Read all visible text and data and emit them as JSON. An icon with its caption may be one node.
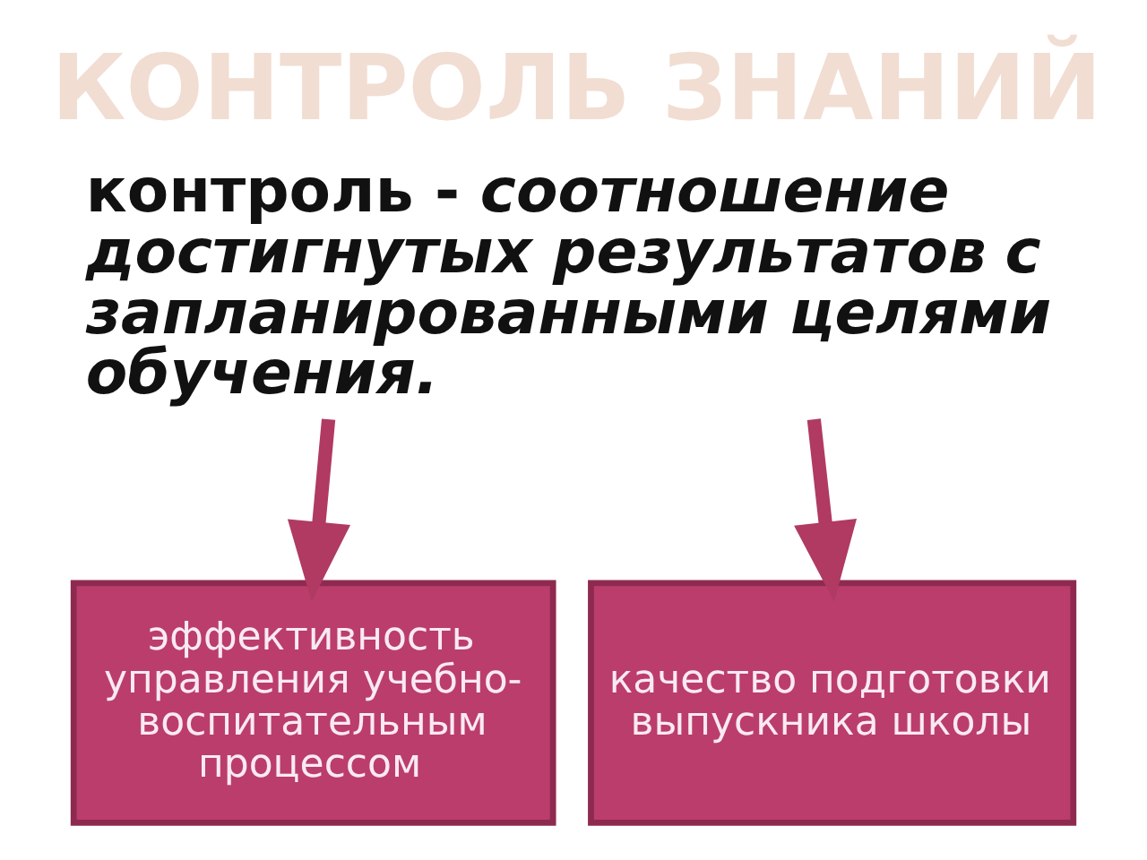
{
  "diagram": {
    "title": "КОНТРОЛЬ ЗНАНИЙ",
    "nodes": [
      {
        "text": [
          "контроль - *соотношение достигнутых результатов с запланированными целями обучения.*"
        ]
      },
      {
        "text": [
          "эффективность управления учебно-воспитательным процессом"
        ]
      },
      {
        "text": [
          "качество подготовки выпускника школы"
        ]
      }
    ],
    "edges": [
      {
        "from": 0,
        "to": 1,
        "arrow": "to"
      },
      {
        "from": 0,
        "to": 2,
        "arrow": "to"
      }
    ]
  }
}
